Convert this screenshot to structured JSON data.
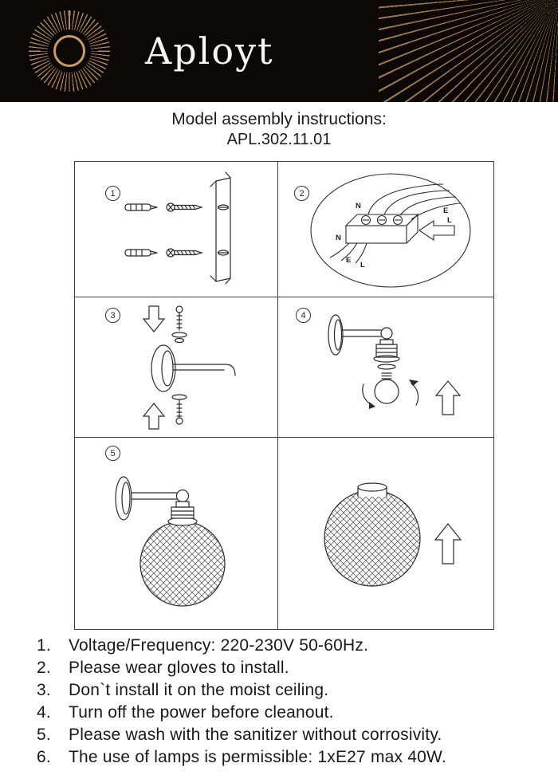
{
  "header": {
    "brand": "Aployt"
  },
  "title": {
    "line1": "Model assembly instructions:",
    "line2": "APL.302.11.01"
  },
  "diagram": {
    "steps": [
      "1",
      "2",
      "3",
      "4",
      "5"
    ],
    "wiring": {
      "n": "N",
      "e": "E",
      "l": "L"
    },
    "colors": {
      "gold": "#c69c60",
      "ink": "#2b2b2b"
    }
  },
  "instructions": {
    "numbers": [
      "1.",
      "2.",
      "3.",
      "4.",
      "5.",
      "6."
    ],
    "items": [
      "Voltage/Frequency: 220-230V 50-60Hz.",
      "Please wear gloves to install.",
      "Don`t install it on the moist ceiling.",
      "Turn off the power before cleanout.",
      "Please wash with the sanitizer without corrosivity.",
      "The use of lamps is permissible: 1xE27 max 40W."
    ]
  }
}
